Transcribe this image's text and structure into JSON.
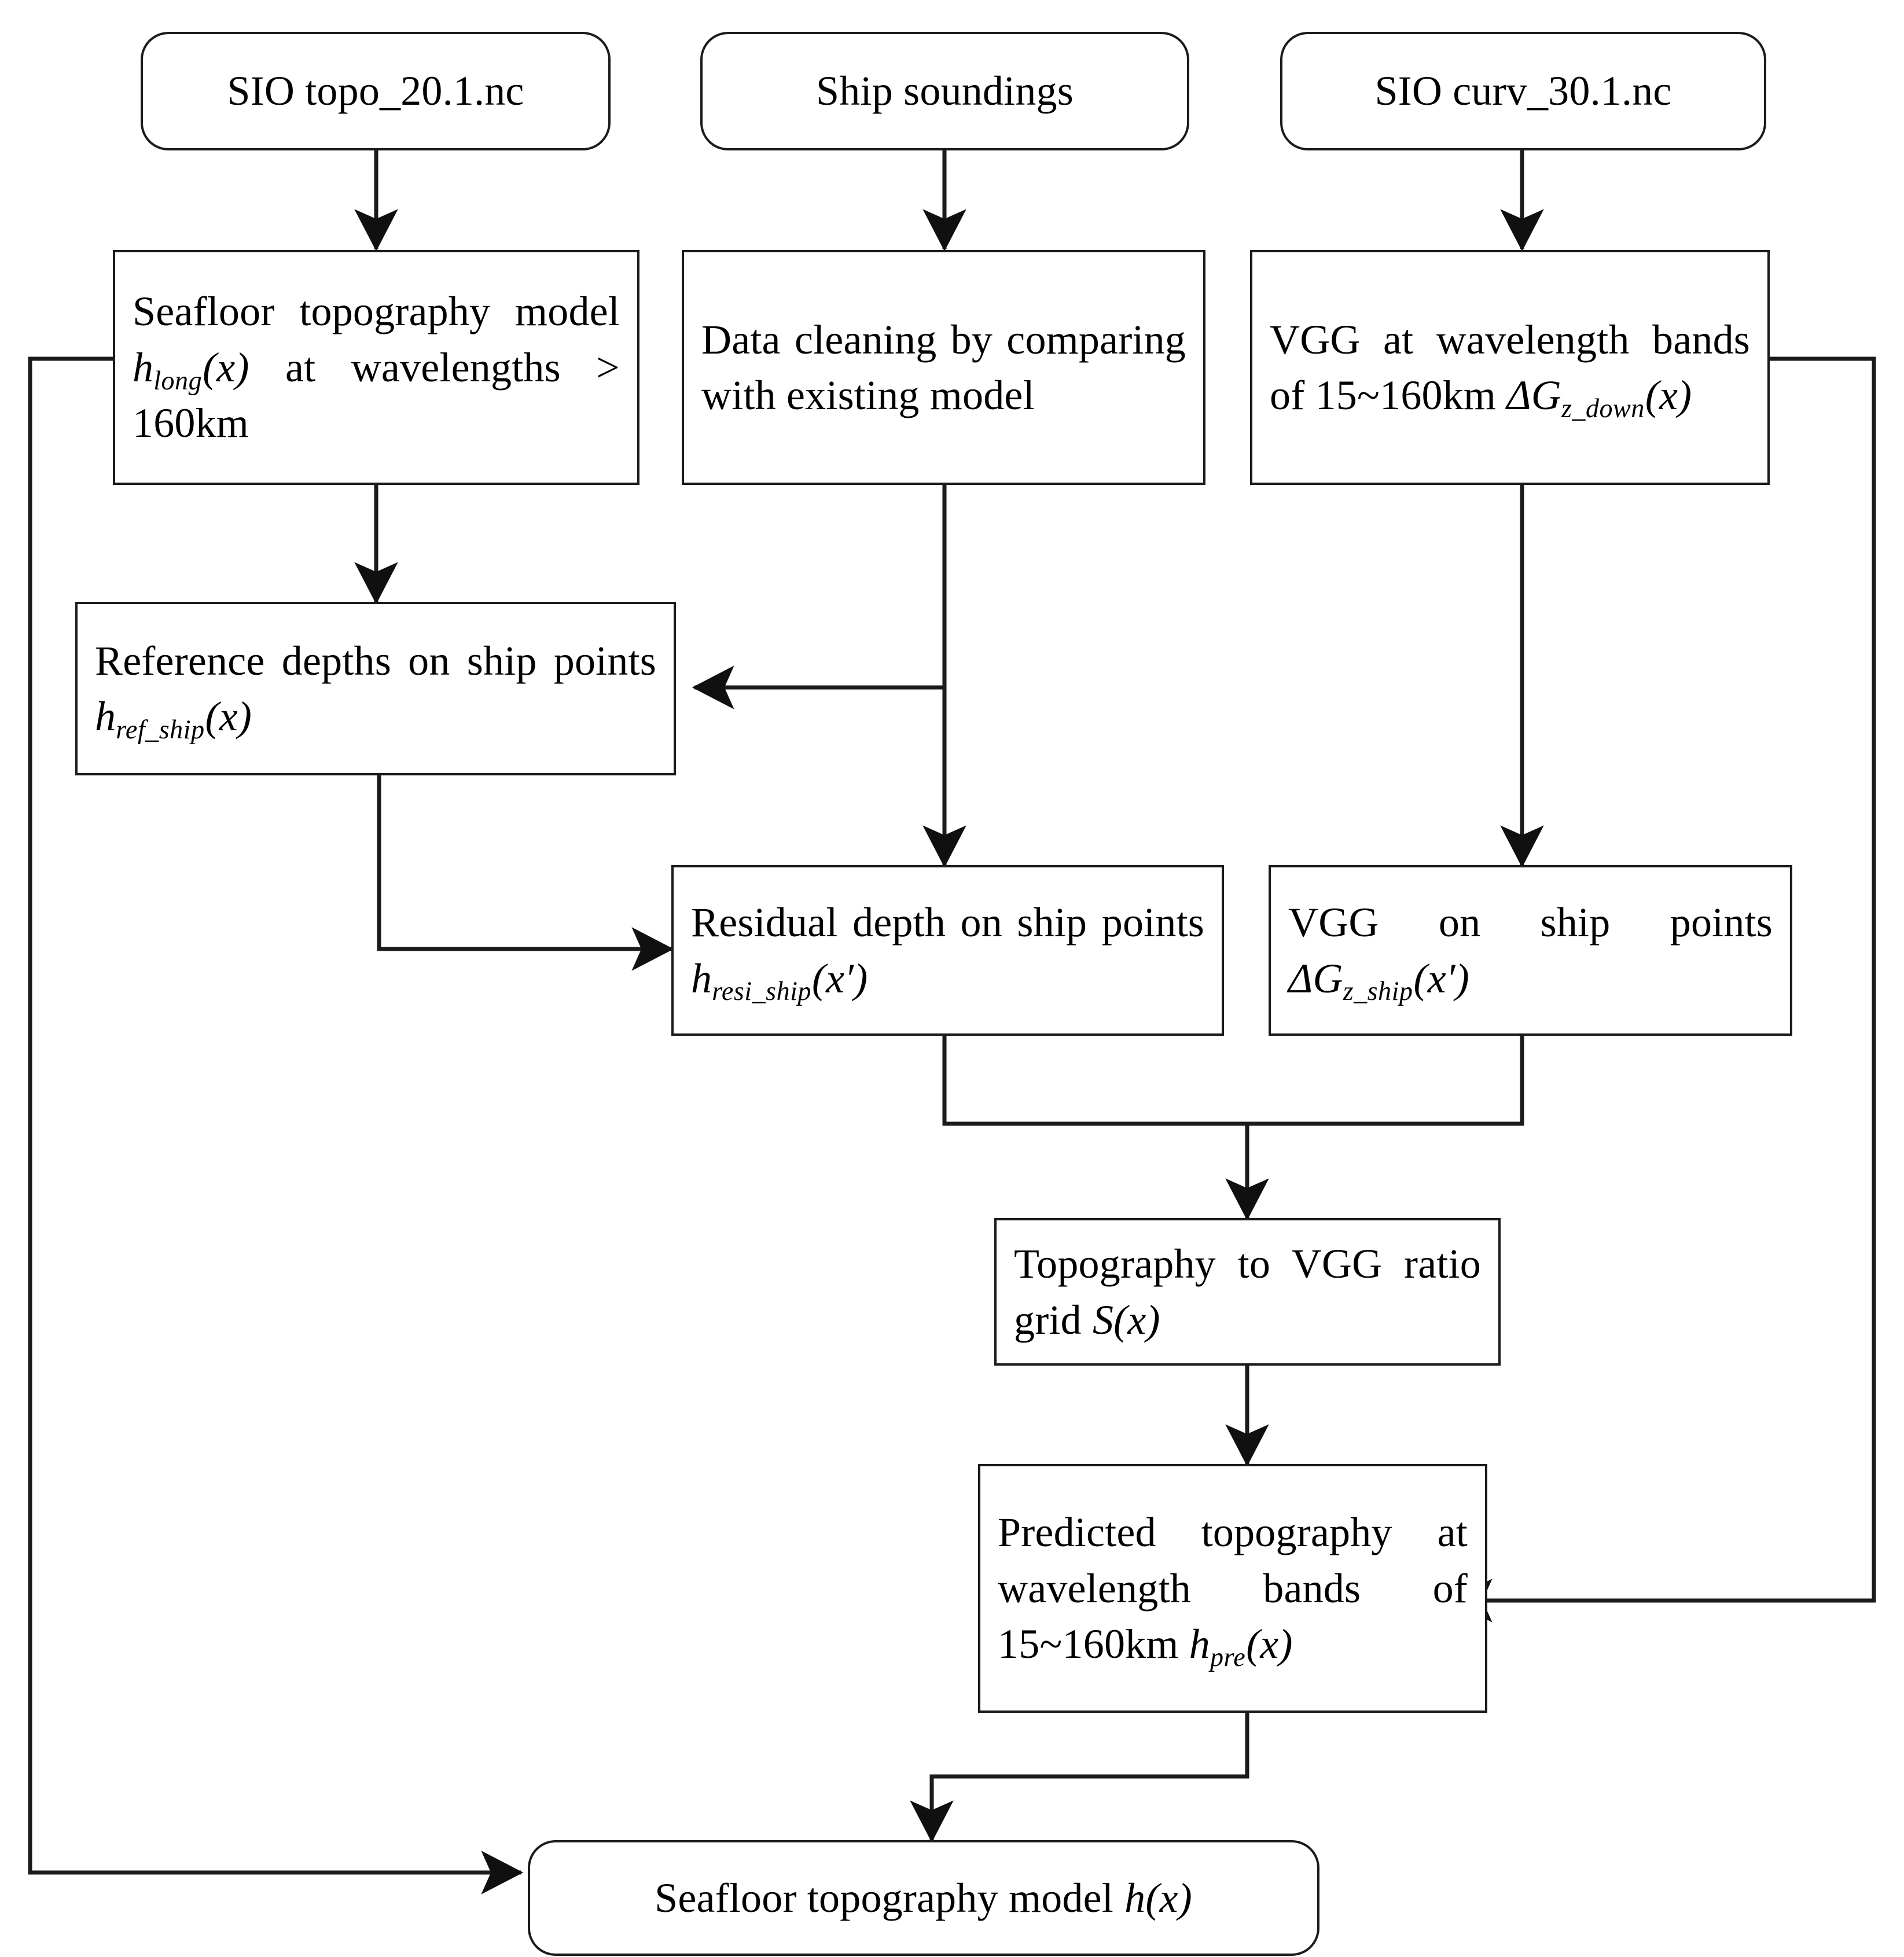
{
  "diagram": {
    "title": "Seafloor topography model construction flowchart",
    "background": "#ffffff",
    "line_color": "#1b1b1b",
    "text_color": "#000000"
  },
  "nodes": {
    "sio_topo": {
      "label": "SIO topo_20.1.nc",
      "shape": "rounded-rectangle"
    },
    "ship_soundings": {
      "label": "Ship soundings",
      "shape": "rounded-rectangle"
    },
    "sio_curv": {
      "label": "SIO curv_30.1.nc",
      "shape": "rounded-rectangle"
    },
    "seafloor_long": {
      "line1": "Seafloor topography",
      "line2_a": "model",
      "line2_var": "h",
      "line2_sub": "long",
      "line2_arg": "(x)",
      "line2_b": "at",
      "line3": "wavelengths > 160km",
      "shape": "rectangle"
    },
    "data_cleaning": {
      "line1": "Data cleaning by",
      "line2": "comparing with",
      "line3": "existing model",
      "shape": "rectangle"
    },
    "vgg_band": {
      "line1": "VGG at wavelength",
      "line2": "bands of 15~160km",
      "line3_var": "ΔG",
      "line3_sub": "z_down",
      "line3_arg": "(x)",
      "shape": "rectangle"
    },
    "ref_depths": {
      "line1": "Reference depths on ship",
      "line2_a": "points",
      "line2_var": "h",
      "line2_sub": "ref_ship",
      "line2_arg": "(x)",
      "shape": "rectangle"
    },
    "residual_depth": {
      "line1": "Residual depth on ship",
      "line2_a": "points",
      "line2_var": "h",
      "line2_sub": "resi_ship",
      "line2_arg": "(x′)",
      "shape": "rectangle"
    },
    "vgg_ship": {
      "line1": "VGG on ship points",
      "line2_var": "ΔG",
      "line2_sub": "z_ship",
      "line2_arg": "(x′)",
      "shape": "rectangle"
    },
    "ratio_grid": {
      "line1": "Topography to VGG",
      "line2_a": "ratio grid",
      "line2_var": "S(x)",
      "shape": "rectangle"
    },
    "predicted_topo": {
      "line1": "Predicted topography at",
      "line2": "wavelength bands of",
      "line3_a": "15~160km",
      "line3_var": "h",
      "line3_sub": "pre",
      "line3_arg": "(x)",
      "shape": "rectangle"
    },
    "final_model": {
      "label_a": "Seafloor topography model",
      "label_var": "h(x)",
      "shape": "rounded-rectangle"
    }
  },
  "edges": [
    {
      "from": "sio_topo",
      "to": "seafloor_long",
      "style": "straight-down",
      "arrow": true
    },
    {
      "from": "ship_soundings",
      "to": "data_cleaning",
      "style": "straight-down",
      "arrow": true
    },
    {
      "from": "sio_curv",
      "to": "vgg_band",
      "style": "straight-down",
      "arrow": true
    },
    {
      "from": "seafloor_long",
      "to": "ref_depths",
      "style": "straight-down",
      "arrow": true
    },
    {
      "from": "data_cleaning",
      "to": "ref_depths",
      "style": "elbow-left",
      "arrow": true
    },
    {
      "from": "data_cleaning",
      "to": "residual_depth",
      "style": "straight-down",
      "arrow": true
    },
    {
      "from": "vgg_band",
      "to": "vgg_ship",
      "style": "straight-down",
      "arrow": true
    },
    {
      "from": "ref_depths",
      "to": "residual_depth",
      "style": "elbow-right",
      "arrow": true
    },
    {
      "from": "residual_depth",
      "to": "ratio_grid",
      "style": "merge-down",
      "arrow": true
    },
    {
      "from": "vgg_ship",
      "to": "ratio_grid",
      "style": "merge-down",
      "arrow": false
    },
    {
      "from": "ratio_grid",
      "to": "predicted_topo",
      "style": "straight-down",
      "arrow": true
    },
    {
      "from": "predicted_topo",
      "to": "final_model",
      "style": "elbow-left-down",
      "arrow": true
    },
    {
      "from": "seafloor_long",
      "to": "final_model",
      "style": "feedback-left",
      "arrow": true
    },
    {
      "from": "vgg_band",
      "to": "predicted_topo",
      "style": "feedback-right",
      "arrow": true
    }
  ]
}
